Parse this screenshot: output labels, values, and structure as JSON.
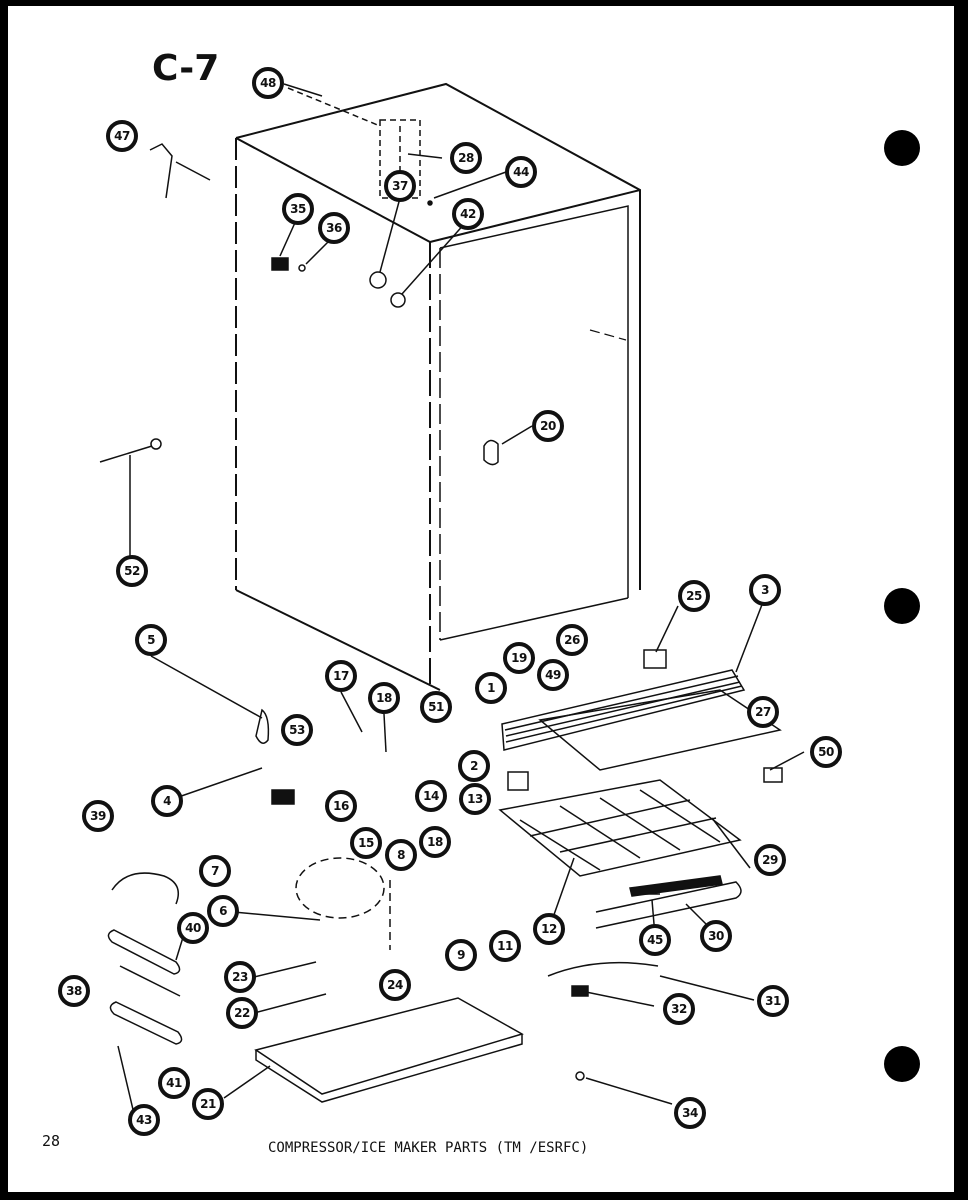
{
  "section_label": "C-7",
  "page_number": "28",
  "caption": "COMPRESSOR/ICE MAKER PARTS (TM /ESRFC)",
  "callouts": [
    {
      "n": "48"
    },
    {
      "n": "47"
    },
    {
      "n": "28"
    },
    {
      "n": "44"
    },
    {
      "n": "37"
    },
    {
      "n": "35"
    },
    {
      "n": "36"
    },
    {
      "n": "42"
    },
    {
      "n": "20"
    },
    {
      "n": "52"
    },
    {
      "n": "25"
    },
    {
      "n": "3"
    },
    {
      "n": "5"
    },
    {
      "n": "17"
    },
    {
      "n": "18"
    },
    {
      "n": "19"
    },
    {
      "n": "26"
    },
    {
      "n": "49"
    },
    {
      "n": "1"
    },
    {
      "n": "51"
    },
    {
      "n": "53"
    },
    {
      "n": "2"
    },
    {
      "n": "27"
    },
    {
      "n": "50"
    },
    {
      "n": "4"
    },
    {
      "n": "16"
    },
    {
      "n": "14"
    },
    {
      "n": "13"
    },
    {
      "n": "15"
    },
    {
      "n": "39"
    },
    {
      "n": "7"
    },
    {
      "n": "8"
    },
    {
      "n": "18"
    },
    {
      "n": "29"
    },
    {
      "n": "6"
    },
    {
      "n": "40"
    },
    {
      "n": "9"
    },
    {
      "n": "11"
    },
    {
      "n": "12"
    },
    {
      "n": "45"
    },
    {
      "n": "30"
    },
    {
      "n": "23"
    },
    {
      "n": "24"
    },
    {
      "n": "38"
    },
    {
      "n": "22"
    },
    {
      "n": "32"
    },
    {
      "n": "31"
    },
    {
      "n": "41"
    },
    {
      "n": "21"
    },
    {
      "n": "43"
    },
    {
      "n": "34"
    }
  ]
}
